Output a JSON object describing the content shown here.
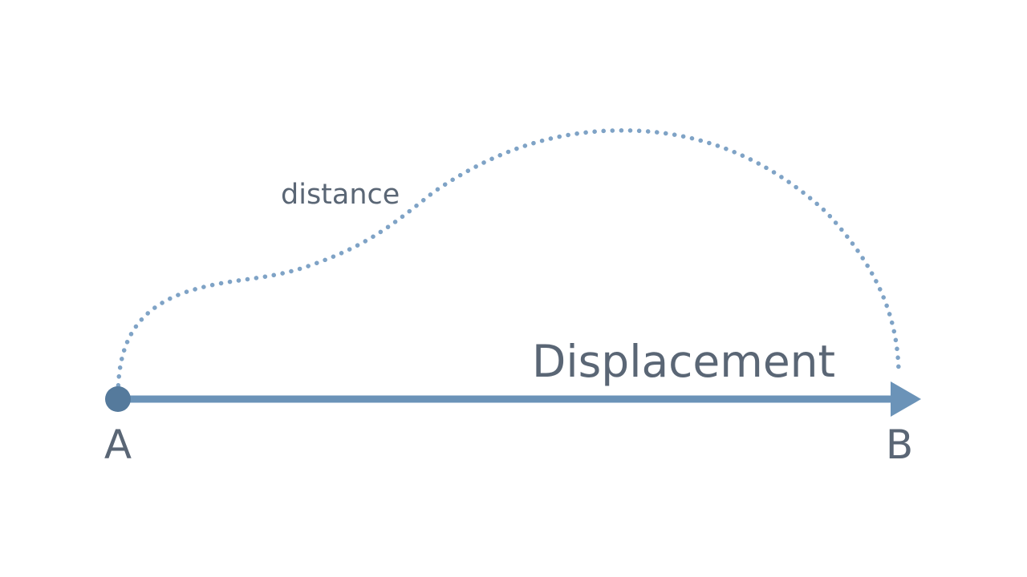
{
  "diagram": {
    "labels": {
      "distance": "distance",
      "displacement": "Displacement",
      "point_a": "A",
      "point_b": "B"
    },
    "colors": {
      "arrow": "#6b93b8",
      "dotted_path": "#7fa3c6",
      "start_dot": "#557a9c",
      "text": "#5a6675",
      "background": "#ffffff"
    }
  }
}
